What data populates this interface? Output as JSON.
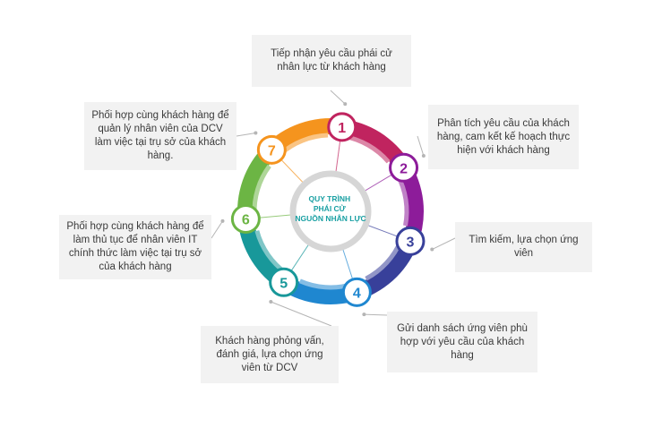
{
  "center_title": [
    "QUY TRÌNH",
    "PHÁI CỬ",
    "NGUỒN NHÂN LỰC"
  ],
  "steps": [
    {
      "number": "1",
      "color": "#c0245f",
      "text": "Tiếp nhận yêu cầu phái cử nhân lực từ khách hàng"
    },
    {
      "number": "2",
      "color": "#8d1c9a",
      "text": "Phân tích yêu cầu của khách hàng, cam kết kế hoạch thực hiện với khách hàng"
    },
    {
      "number": "3",
      "color": "#38409a",
      "text": "Tìm kiếm, lựa chọn ứng viên"
    },
    {
      "number": "4",
      "color": "#1f87d0",
      "text": "Gửi danh sách ứng viên phù hợp với yêu cầu của khách hàng"
    },
    {
      "number": "5",
      "color": "#18989a",
      "text": "Khách hàng phỏng vấn, đánh giá, lựa chọn ứng viên từ DCV"
    },
    {
      "number": "6",
      "color": "#6cb544",
      "text": "Phối hợp cùng khách hàng để làm thủ tục để nhân viên IT chính thức làm việc tại trụ sở của khách hàng"
    },
    {
      "number": "7",
      "color": "#f5941e",
      "text": "Phối hợp cùng khách hàng để quản lý nhân viên của DCV làm việc tại trụ sở của khách hàng."
    }
  ]
}
